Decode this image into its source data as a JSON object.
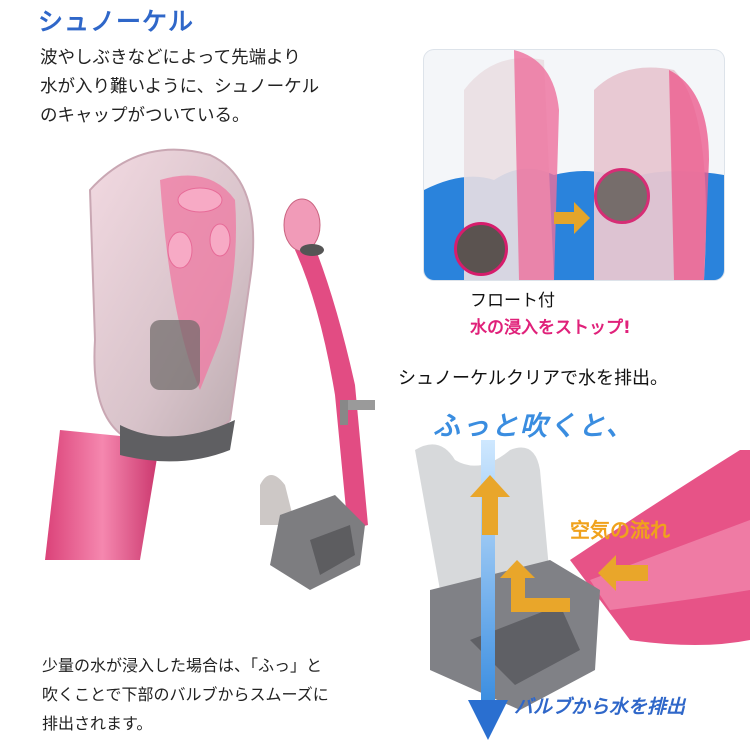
{
  "title": "シュノーケル",
  "intro_lines": [
    "波やしぶきなどによって先端より",
    "水が入り難いように、シュノーケル",
    "のキャップがついている。"
  ],
  "float_label": "フロート付",
  "stop_label": "水の浸入をストップ!",
  "clear_label": "シュノーケルクリアで水を排出。",
  "blow_label": "ふっと吹くと、",
  "airflow_label": "空気の流れ",
  "valve_label": "バルブから水を排出",
  "small_water_lines": [
    "少量の水が浸入した場合は、「ふっ」と",
    "吹くことで下部のバルブからスムーズに",
    "排出されます。"
  ],
  "colors": {
    "title": "#2f67c9",
    "stop": "#e0217a",
    "blow": "#3a8de0",
    "airflow": "#f0a21c",
    "tube_pink": "#e8467f",
    "water_blue": "#2a83dc"
  },
  "icons": [
    "arrow-right-icon",
    "arrow-up-icon",
    "arrow-down-icon",
    "circle-highlight-icon"
  ]
}
